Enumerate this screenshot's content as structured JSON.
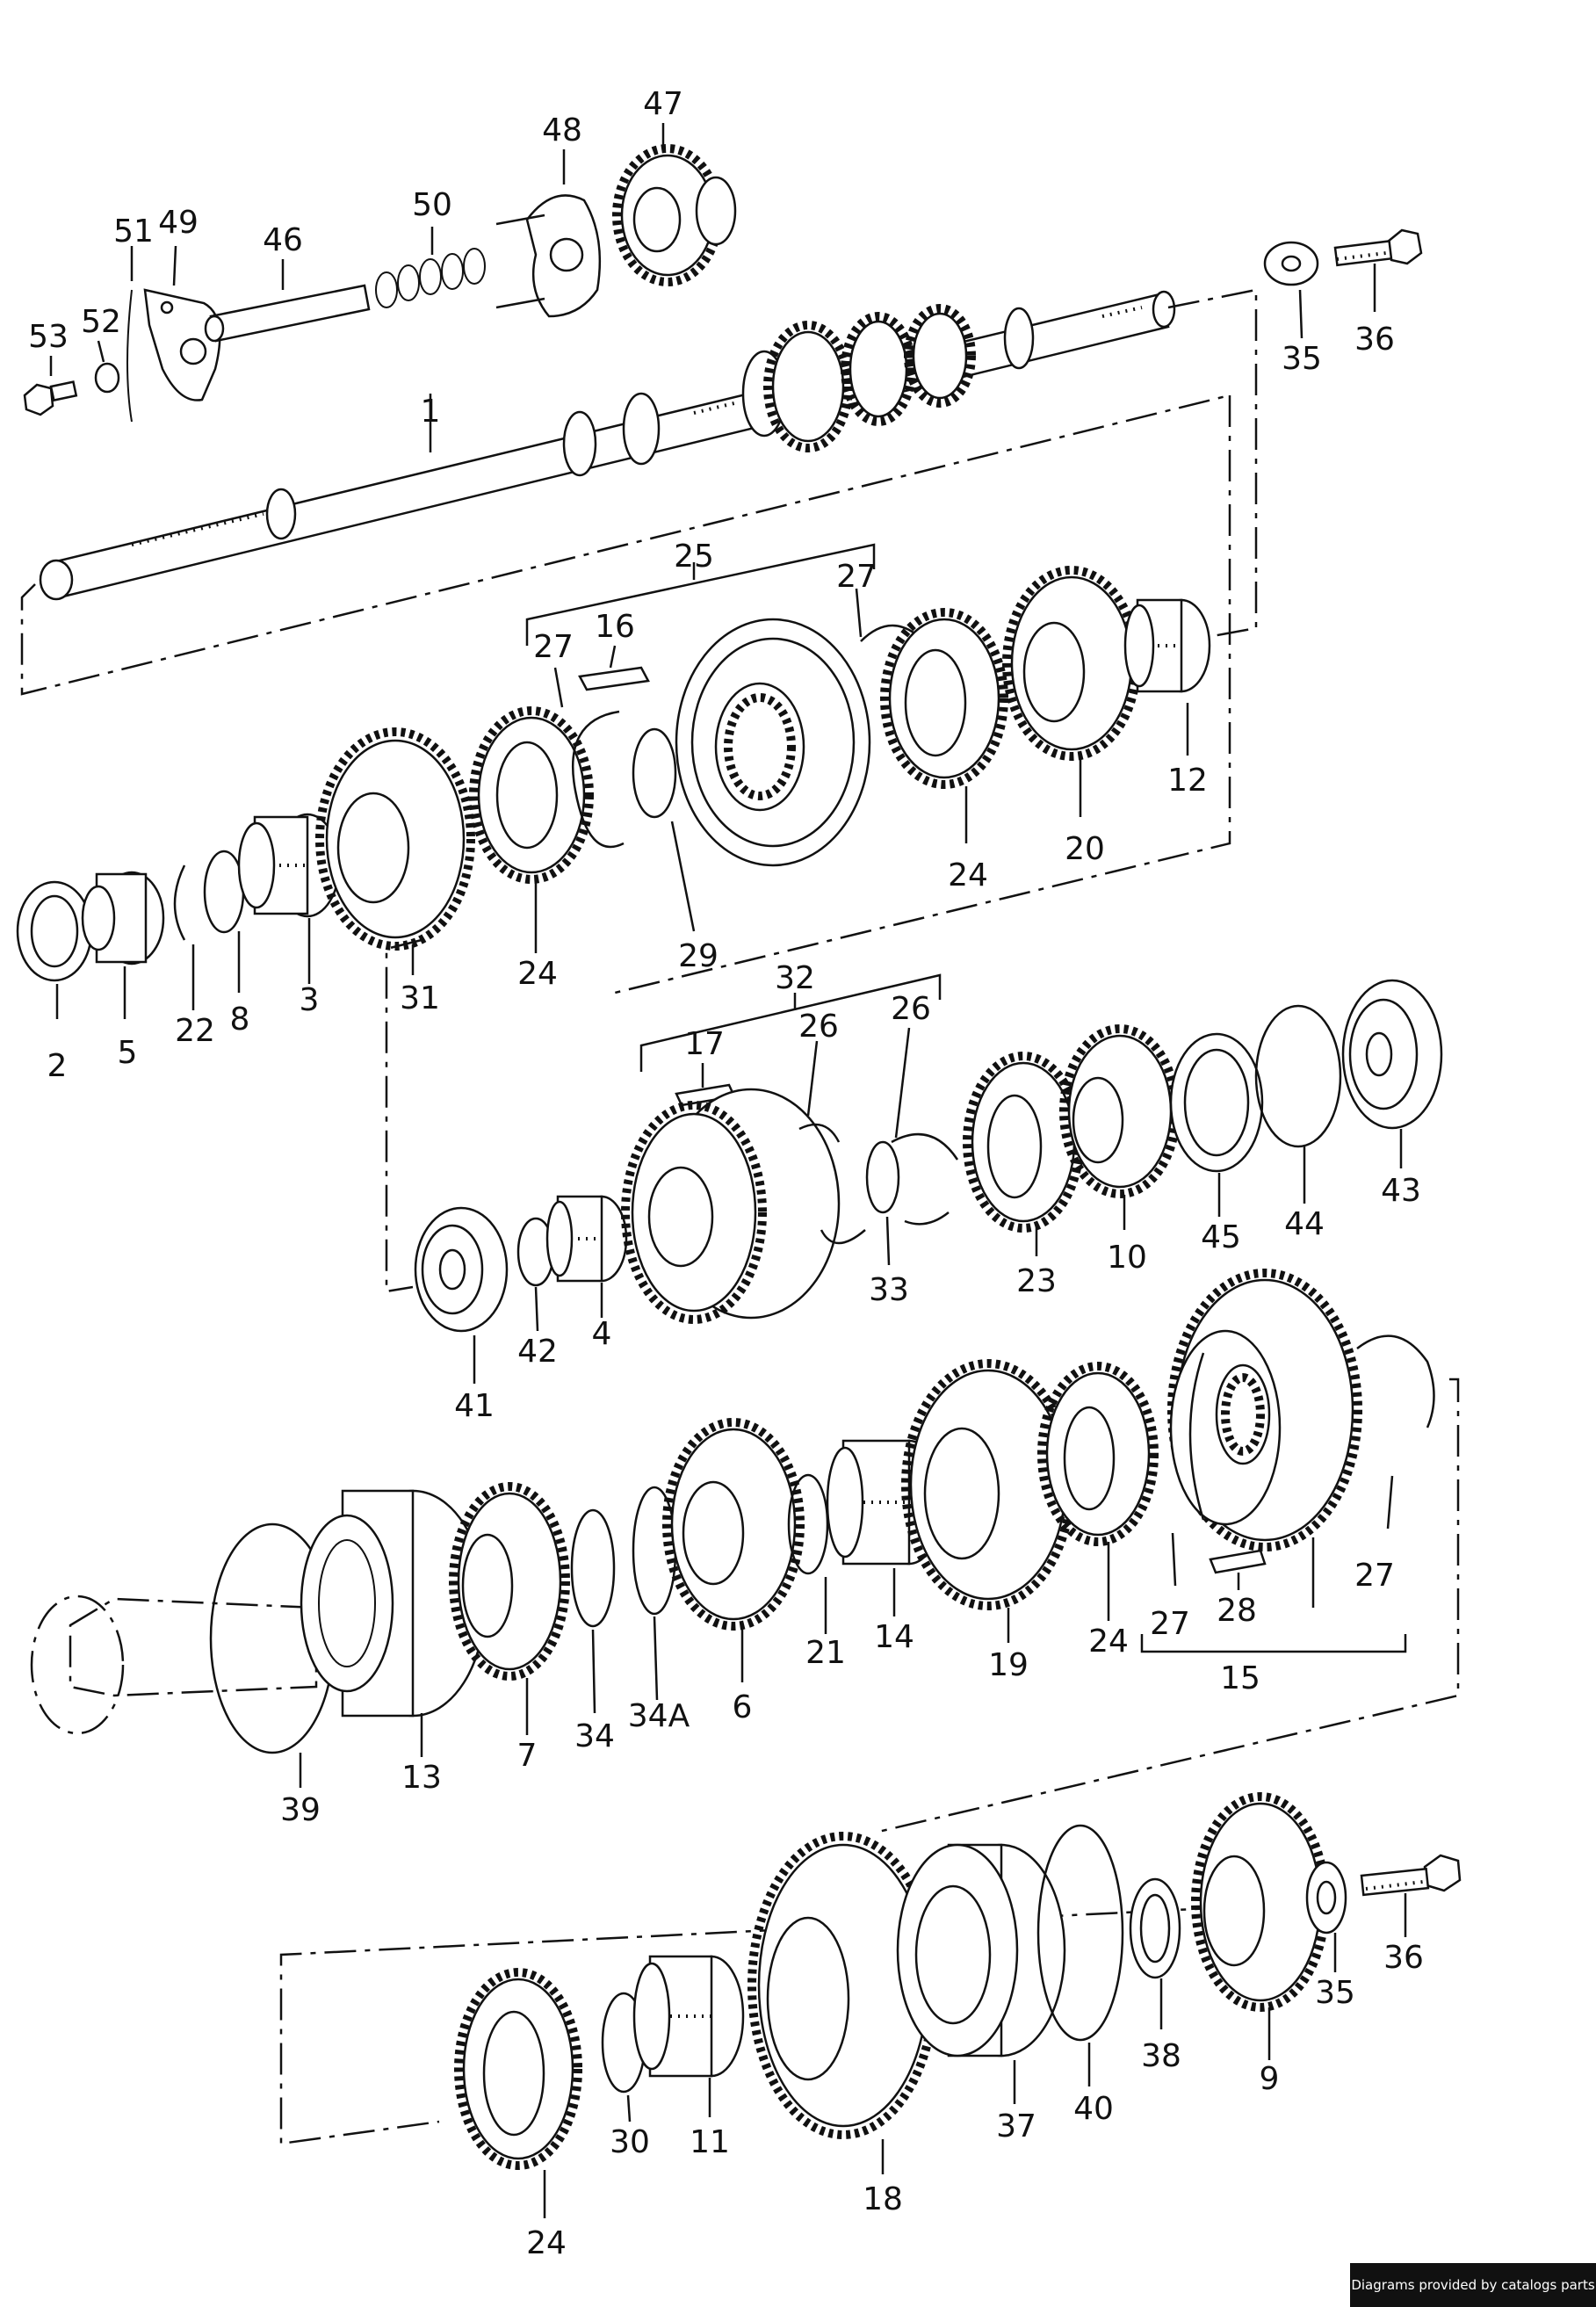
{
  "footer": {
    "credit": "Diagrams provided by catalogs parts"
  },
  "labels": [
    {
      "id": "1",
      "text": "1"
    },
    {
      "id": "2",
      "text": "2"
    },
    {
      "id": "3",
      "text": "3"
    },
    {
      "id": "4",
      "text": "4"
    },
    {
      "id": "5",
      "text": "5"
    },
    {
      "id": "6",
      "text": "6"
    },
    {
      "id": "7",
      "text": "7"
    },
    {
      "id": "8",
      "text": "8"
    },
    {
      "id": "9",
      "text": "9"
    },
    {
      "id": "10",
      "text": "10"
    },
    {
      "id": "11",
      "text": "11"
    },
    {
      "id": "12",
      "text": "12"
    },
    {
      "id": "13",
      "text": "13"
    },
    {
      "id": "14",
      "text": "14"
    },
    {
      "id": "15",
      "text": "15"
    },
    {
      "id": "16",
      "text": "16"
    },
    {
      "id": "17",
      "text": "17"
    },
    {
      "id": "18",
      "text": "18"
    },
    {
      "id": "19",
      "text": "19"
    },
    {
      "id": "20",
      "text": "20"
    },
    {
      "id": "21",
      "text": "21"
    },
    {
      "id": "22",
      "text": "22"
    },
    {
      "id": "23",
      "text": "23"
    },
    {
      "id": "24a",
      "text": "24"
    },
    {
      "id": "24b",
      "text": "24"
    },
    {
      "id": "24c",
      "text": "24"
    },
    {
      "id": "24d",
      "text": "24"
    },
    {
      "id": "25",
      "text": "25"
    },
    {
      "id": "26a",
      "text": "26"
    },
    {
      "id": "26b",
      "text": "26"
    },
    {
      "id": "27a",
      "text": "27"
    },
    {
      "id": "27b",
      "text": "27"
    },
    {
      "id": "27c",
      "text": "27"
    },
    {
      "id": "27d",
      "text": "27"
    },
    {
      "id": "28",
      "text": "28"
    },
    {
      "id": "29",
      "text": "29"
    },
    {
      "id": "30",
      "text": "30"
    },
    {
      "id": "31",
      "text": "31"
    },
    {
      "id": "32",
      "text": "32"
    },
    {
      "id": "33",
      "text": "33"
    },
    {
      "id": "34",
      "text": "34"
    },
    {
      "id": "34A",
      "text": "34A"
    },
    {
      "id": "35a",
      "text": "35"
    },
    {
      "id": "35b",
      "text": "35"
    },
    {
      "id": "36a",
      "text": "36"
    },
    {
      "id": "36b",
      "text": "36"
    },
    {
      "id": "37",
      "text": "37"
    },
    {
      "id": "38",
      "text": "38"
    },
    {
      "id": "39",
      "text": "39"
    },
    {
      "id": "40",
      "text": "40"
    },
    {
      "id": "41",
      "text": "41"
    },
    {
      "id": "42",
      "text": "42"
    },
    {
      "id": "43",
      "text": "43"
    },
    {
      "id": "44",
      "text": "44"
    },
    {
      "id": "45",
      "text": "45"
    },
    {
      "id": "46",
      "text": "46"
    },
    {
      "id": "47",
      "text": "47"
    },
    {
      "id": "48",
      "text": "48"
    },
    {
      "id": "49",
      "text": "49"
    },
    {
      "id": "50",
      "text": "50"
    },
    {
      "id": "51",
      "text": "51"
    },
    {
      "id": "52",
      "text": "52"
    },
    {
      "id": "53",
      "text": "53"
    }
  ]
}
